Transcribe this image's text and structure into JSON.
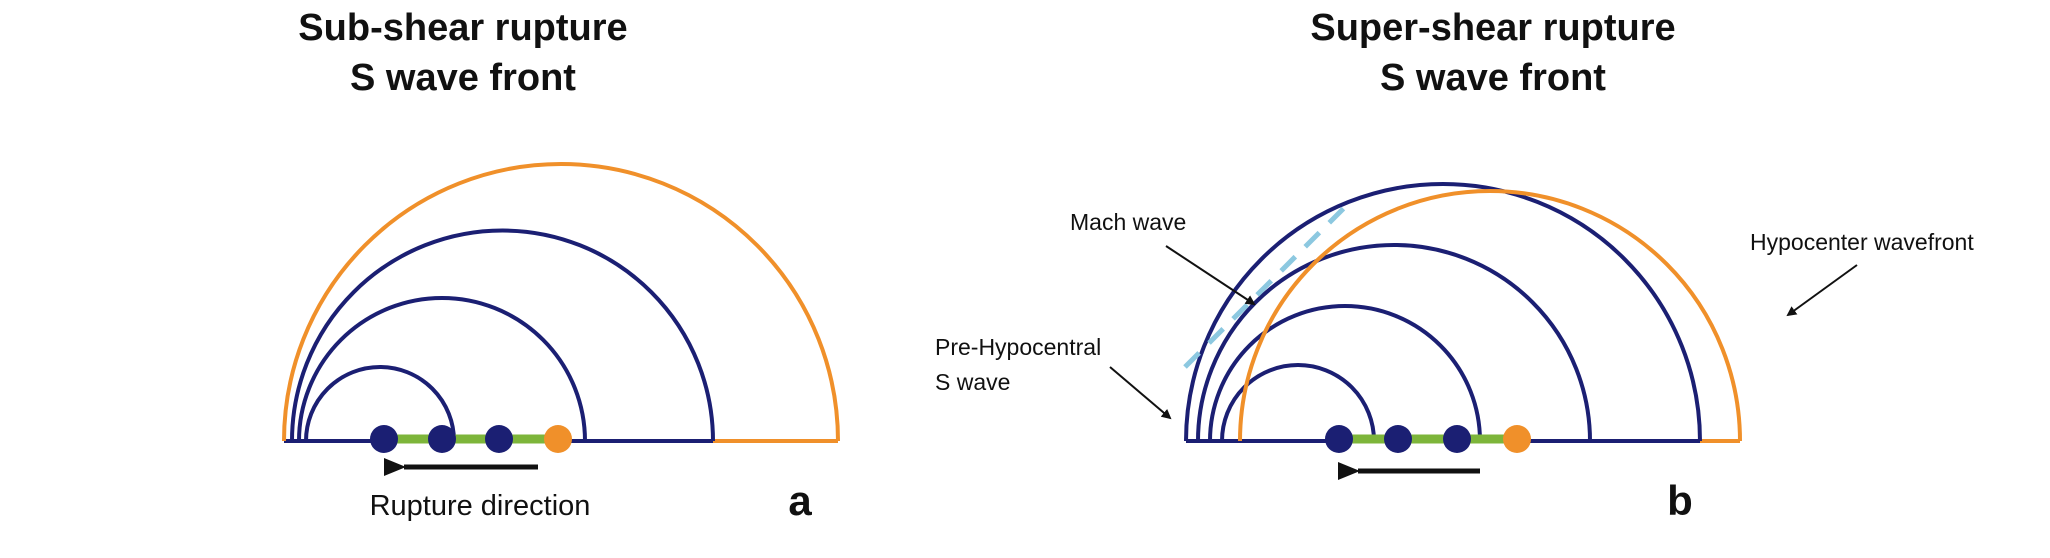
{
  "colors": {
    "sshear_front": "#1b1f73",
    "hypocenter_front": "#f0902a",
    "rupture_segment": "#7db53a",
    "node_dot": "#1b1f73",
    "hypocenter_dot": "#f0902a",
    "mach_wave": "#8cc8e0"
  },
  "panel_a": {
    "title_line1": "Sub-shear rupture",
    "title_line2": "S wave front",
    "direction_label": "Rupture direction",
    "panel_letter": "a"
  },
  "panel_b": {
    "title_line1": "Super-shear rupture",
    "title_line2": "S wave front",
    "mach_label": "Mach wave",
    "hypocenter_label": "Hypocenter wavefront",
    "pre_hypo_label_line1": "Pre-Hypocentral",
    "pre_hypo_label_line2": "S wave",
    "panel_letter": "b"
  }
}
